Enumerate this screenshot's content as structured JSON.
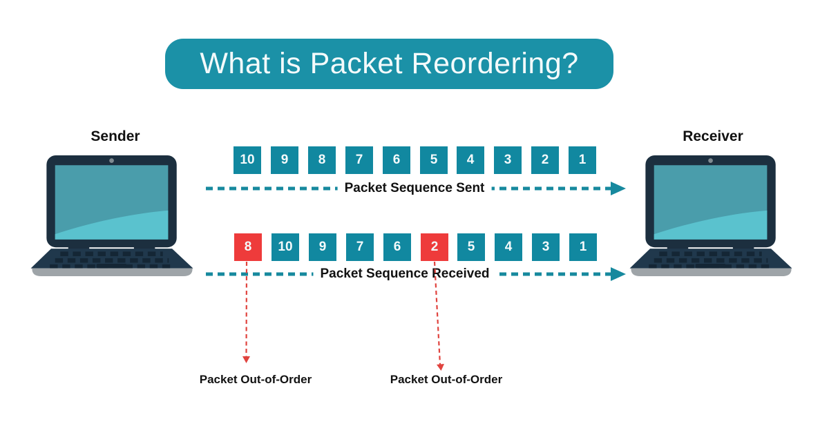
{
  "title": "What is Packet Reordering?",
  "endpoints": {
    "sender": "Sender",
    "receiver": "Receiver"
  },
  "sent_row": {
    "caption": "Packet Sequence Sent",
    "packets": [
      {
        "value": "10",
        "state": "normal"
      },
      {
        "value": "9",
        "state": "normal"
      },
      {
        "value": "8",
        "state": "normal"
      },
      {
        "value": "7",
        "state": "normal"
      },
      {
        "value": "6",
        "state": "normal"
      },
      {
        "value": "5",
        "state": "normal"
      },
      {
        "value": "4",
        "state": "normal"
      },
      {
        "value": "3",
        "state": "normal"
      },
      {
        "value": "2",
        "state": "normal"
      },
      {
        "value": "1",
        "state": "normal"
      }
    ]
  },
  "received_row": {
    "caption": "Packet Sequence Received",
    "packets": [
      {
        "value": "8",
        "state": "out-of-order"
      },
      {
        "value": "10",
        "state": "normal"
      },
      {
        "value": "9",
        "state": "normal"
      },
      {
        "value": "7",
        "state": "normal"
      },
      {
        "value": "6",
        "state": "normal"
      },
      {
        "value": "2",
        "state": "out-of-order"
      },
      {
        "value": "5",
        "state": "normal"
      },
      {
        "value": "4",
        "state": "normal"
      },
      {
        "value": "3",
        "state": "normal"
      },
      {
        "value": "1",
        "state": "normal"
      }
    ]
  },
  "annotations": {
    "first": "Packet Out-of-Order",
    "second": "Packet Out-of-Order"
  },
  "colors": {
    "teal_banner": "#1B91A7",
    "teal_square": "#1188A0",
    "teal_dash": "#17899E",
    "red_square": "#EE3B3B",
    "red_line": "#E0433E",
    "text_dark": "#111111",
    "laptop_navy": "#1C2F3F",
    "laptop_deck": "#20384C",
    "laptop_key": "#142635",
    "laptop_screen": "#4A9DAB",
    "laptop_screen_light": "#5AC2CE",
    "laptop_base": "#9EA4A8"
  }
}
